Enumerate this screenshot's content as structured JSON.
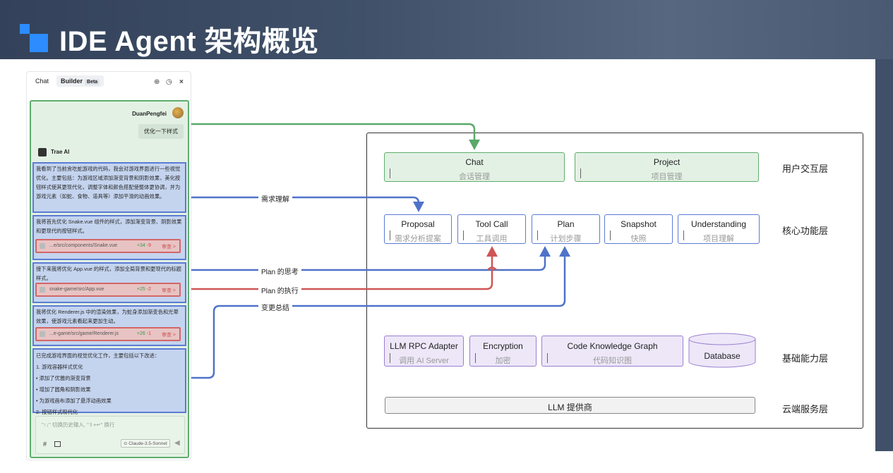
{
  "header": {
    "title": "IDE Agent 架构概览"
  },
  "panel": {
    "tabs": {
      "chat": "Chat",
      "builder": "Builder",
      "beta": "Beta"
    },
    "icons": [
      "share-icon",
      "history-icon",
      "close-icon"
    ],
    "user": {
      "name": "DuanPengfei",
      "message": "优化一下样式"
    },
    "ai": {
      "name": "Trae AI"
    },
    "messages": [
      "我看到了当前贪吃蛇游戏的代码，我会对游戏界面进行一些视觉优化。主要包括：为游戏区域添加渐变背景和阴影效果，美化按钮样式使其更现代化，调整字体和颜色搭配使整体更协调，并为游戏元素（如蛇、食物、道具等）添加平滑的动画效果。",
      "我将首先优化 Snake.vue 组件的样式，添加渐变背景、阴影效果和更现代的按钮样式。",
      "接下来我将优化 App.vue 的样式，添加全局背景和更现代的标题样式。",
      "我将优化 Renderer.js 中的渲染效果，为蛇身添加渐变色和光晕效果，使游戏元素看起来更加生动。"
    ],
    "files": [
      {
        "name": "...e/src/components/Snake.vue",
        "add": "+34",
        "del": "-9",
        "review": "审查 >"
      },
      {
        "name": "snake-game/src/App.vue",
        "add": "+25",
        "del": "-2",
        "review": "审查 >"
      },
      {
        "name": "...e-game/src/game/Renderer.js",
        "add": "+26",
        "del": "-1",
        "review": "审查 >"
      }
    ],
    "summary": {
      "intro": "已完成游戏界面的视觉优化工作，主要包括以下改进：",
      "items": [
        "1. 游戏容器样式优化",
        "• 添加了优雅的渐变背景",
        "• 增加了圆角和阴影效果",
        "• 为游戏画布添加了悬浮动画效果",
        "2. 按钮样式现代化"
      ]
    },
    "input": {
      "placeholder": "\"↑↓\" 切换历史输入, \"⇧+↵\" 换行",
      "hash": "#",
      "model": "⊙ Claude-3.5-Sonnet"
    }
  },
  "arrows": {
    "labels": [
      "需求理解",
      "Plan 的思考",
      "Plan 的执行",
      "变更总结"
    ],
    "colors": {
      "green": "#5aa86a",
      "blue": "#4f73c9",
      "red": "#d05555"
    }
  },
  "architecture": {
    "layers": [
      "用户交互层",
      "核心功能层",
      "基础能力层",
      "云端服务层"
    ],
    "interaction": [
      {
        "title": "Chat",
        "sub": "会话管理"
      },
      {
        "title": "Project",
        "sub": "项目管理"
      }
    ],
    "core": [
      {
        "title": "Proposal",
        "sub": "需求分析提案"
      },
      {
        "title": "Tool Call",
        "sub": "工具调用"
      },
      {
        "title": "Plan",
        "sub": "计划步骤"
      },
      {
        "title": "Snapshot",
        "sub": "快照"
      },
      {
        "title": "Understanding",
        "sub": "项目理解"
      }
    ],
    "foundation": [
      {
        "title": "LLM RPC Adapter",
        "sub": "调用 AI Server"
      },
      {
        "title": "Encryption",
        "sub": "加密"
      },
      {
        "title": "Code Knowledge Graph",
        "sub": "代码知识图"
      }
    ],
    "database": "Database",
    "cloud": "LLM 提供商"
  }
}
